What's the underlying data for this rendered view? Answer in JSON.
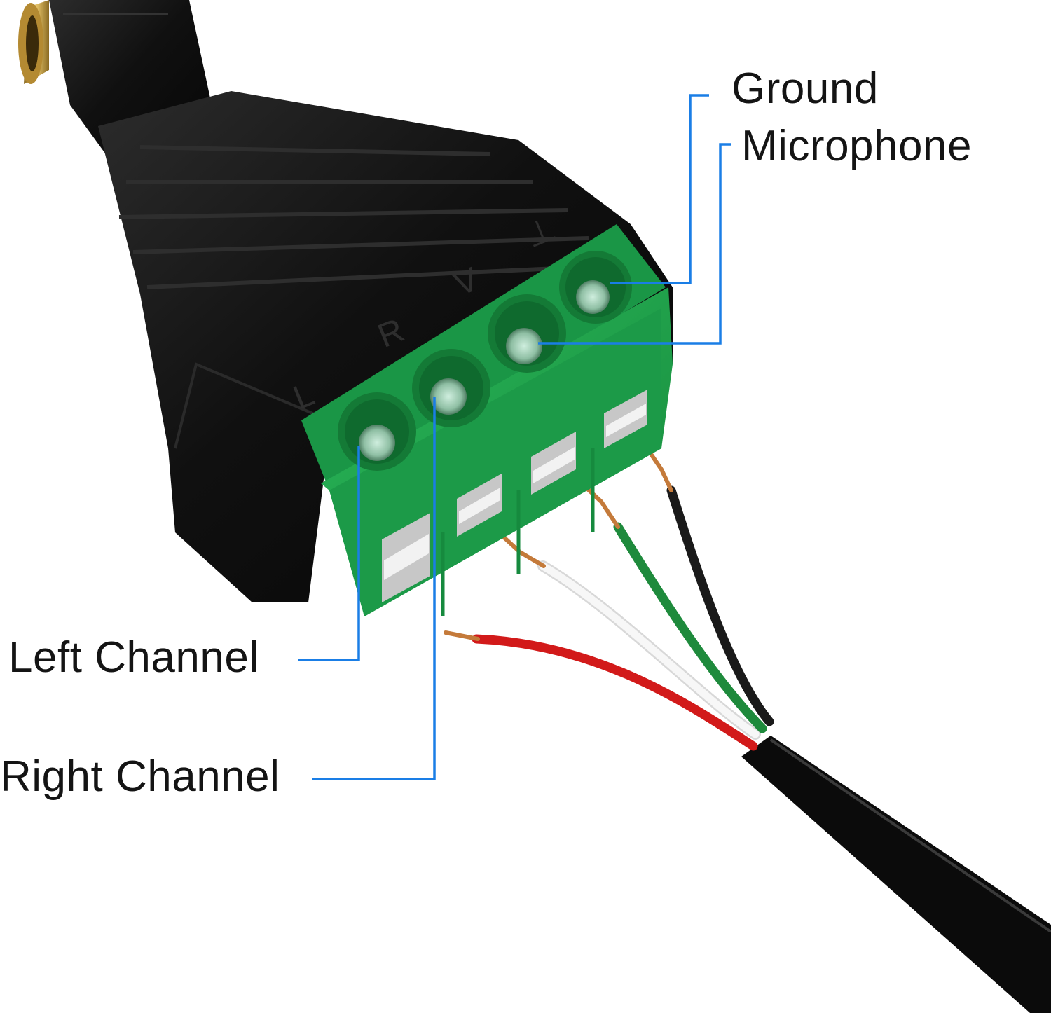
{
  "labels": {
    "ground": "Ground",
    "microphone": "Microphone",
    "left_channel": "Left Channel",
    "right_channel": "Right Channel"
  },
  "terminal_marks": [
    "L",
    "R",
    "V",
    "⊥"
  ],
  "colors": {
    "leader_line": "#1a7ee6",
    "terminal_block": "#1fa04a",
    "housing": "#151515",
    "plug_tip": "#c9a24a",
    "wire_red": "#d21a1a",
    "wire_white": "#f2f2f2",
    "wire_green": "#1e8a3c",
    "wire_black": "#1a1a1a",
    "copper": "#c47a3a"
  }
}
